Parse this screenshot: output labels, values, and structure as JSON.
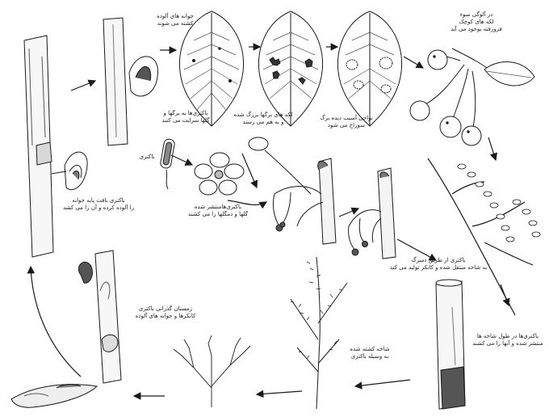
{
  "colors": {
    "ink": "#1a1a1a",
    "paper": "#ffffff",
    "shade": "#555555"
  },
  "labels": {
    "buds_killed": [
      "جوانه های آلوده",
      "کشته می شوند"
    ],
    "bacteria_to_leaves": [
      "باکتری‌ها به برگها و",
      "گلها سرایت می کنند"
    ],
    "leaf_spots": [
      "لکه های برگها بزرگ شده",
      "و به هم می رسند"
    ],
    "tissue_holes": [
      "نواحی آسیب دیده برگ",
      "سوراخ می شود"
    ],
    "fruit_spots": [
      "در آلوگی سوء",
      "لکه های کوچک",
      "فرورفته بوجود می آید"
    ],
    "bacterium": [
      "باکتری"
    ],
    "flower_spread": [
      "باکتری‌هامنتشر شده",
      "گلها و دمگلها را می کشند"
    ],
    "stem_spread": [
      "باکتری از طریق دمبرگ",
      "به شاخه منتقل شده و کانکر تولید می کند"
    ],
    "branch_spread": [
      "باکتری‌ها در طول شاخه ها",
      "منتشر شده و آنها را می کشند"
    ],
    "branch_killed": [
      "شاخه کشته شده",
      "به وسیله باکتری"
    ],
    "winter_survival": [
      "زمستان گذرانی باکتری",
      "کانکرها و جوانه های آلوده"
    ],
    "bud_infection": [
      "باکتری بافت پایه جوانه",
      "را آلوده کرده و آن را می کشد"
    ]
  }
}
